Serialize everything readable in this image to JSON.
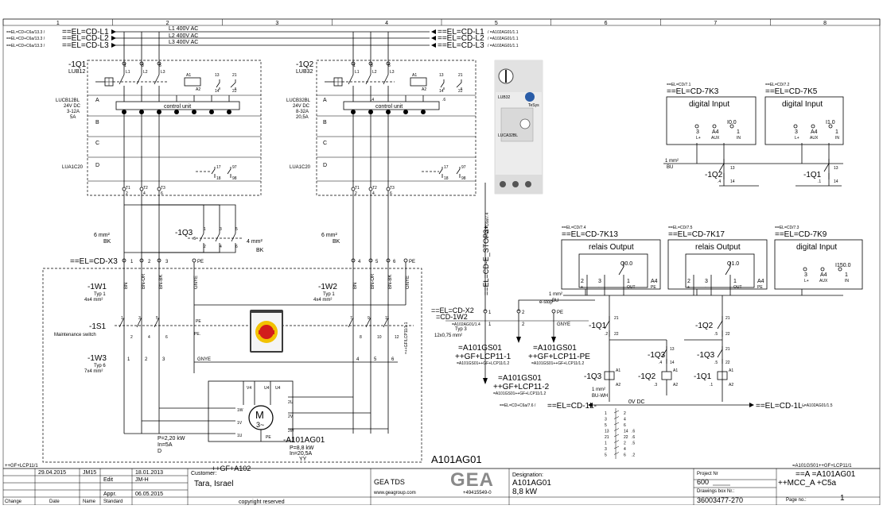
{
  "grid_columns": [
    "1",
    "2",
    "3",
    "4",
    "5",
    "6",
    "7",
    "8"
  ],
  "bus": {
    "left_refs": [
      "==EL=CD+C6a/13.3 /",
      "==EL=CD+C6a/13.3 /",
      "==EL=CD+C6a/13.3 /"
    ],
    "left_names": [
      "==EL=CD-L1",
      "==EL=CD-L2",
      "==EL=CD-L3"
    ],
    "phase_labels": [
      "L1 400V AC",
      "L2 400V AC",
      "L3 400V AC"
    ],
    "right_names": [
      "==EL=CD-L1",
      "==EL=CD-L2",
      "==EL=CD-L3"
    ],
    "right_refs": [
      "/ =A102AG01/1.1",
      "/ =A102AG01/1.1",
      "/ =A102AG01/1.1"
    ]
  },
  "starter1": {
    "tag": "-1Q1",
    "model": "LUB12",
    "base_lines": [
      "LUCB12BL",
      "24V DC",
      "3-12A",
      "5A"
    ],
    "control_unit": "control unit",
    "rows": [
      "A",
      "B",
      "C",
      "D"
    ],
    "aux": "LUA1C20",
    "top_terms": [
      "1",
      "L1",
      "3",
      "L2",
      "5",
      "L3"
    ],
    "bot_terms": [
      "T1",
      "2",
      "T2",
      "4",
      "T3",
      "6"
    ],
    "coil": [
      "A1",
      "A2"
    ],
    "contacts": [
      "13",
      "14",
      "21",
      "22"
    ],
    "aux_contacts": [
      "17",
      "18",
      "97",
      "98"
    ]
  },
  "starter2": {
    "tag": "-1Q2",
    "model": "LUB32",
    "base_lines": [
      "LUCB32BL",
      "24V DC",
      "8-32A",
      "20,5A"
    ],
    "control_unit": "control unit",
    "rows": [
      "A",
      "B",
      "C",
      "D"
    ],
    "aux": "LUA1C20",
    "top_terms": [
      "1",
      "L1",
      "3",
      "L2",
      "5",
      "L3"
    ],
    "bot_terms": [
      "T1",
      "2",
      "T2",
      "4",
      "T3",
      "6"
    ],
    "coil": [
      "A1",
      "A2"
    ],
    "contacts": [
      "13",
      "14",
      "21",
      "22"
    ],
    "aux_contacts": [
      "17",
      "18",
      "97",
      "98"
    ],
    "cu_terms": [
      ".4",
      ".6"
    ]
  },
  "starter_photo": {
    "lines": [
      "LUB32",
      "LUCA32BL",
      "TeSys"
    ]
  },
  "wiring": {
    "wire_left": [
      "6 mm²",
      "BK"
    ],
    "wire_right": [
      "6 mm²",
      "BK"
    ],
    "wire_q3": [
      "4 mm²",
      "BK"
    ],
    "q3": "-1Q3",
    "q3_terms": [
      ".5",
      "1",
      "2",
      "3",
      "4",
      "5",
      "6"
    ],
    "x3": "==EL=CD-X3",
    "x3_terms": [
      "1",
      "2",
      "3",
      "PE",
      "4",
      "5",
      "6",
      "PE"
    ],
    "w1": [
      "-1W1",
      "Typ 1",
      "4x4 mm²"
    ],
    "w2": [
      "-1W2",
      "Typ 1",
      "4x4 mm²"
    ],
    "cores_left": [
      "BN",
      "BN-OR",
      "BN-BK",
      "GNYE"
    ],
    "cores_right": [
      "BN",
      "BN-OR",
      "BN-BK",
      "GNYE"
    ],
    "s1": [
      "-1S1",
      "Maintenance switch"
    ],
    "s1_terms": [
      "1",
      "2",
      "3",
      "4",
      "5",
      "6",
      "PE",
      "PE.",
      "7",
      "8",
      "9",
      "10",
      "11",
      "12"
    ],
    "side_ref": "=++GF/LCP11/1.1",
    "w3": [
      "-1W3",
      "Typ 6",
      "7x4 mm²"
    ],
    "w3_cores": [
      "1",
      "2",
      "3",
      "GNYE",
      "4",
      "5",
      "6"
    ],
    "motor_terms": [
      "U4",
      "V4",
      "1W",
      "1V",
      "1U",
      "2U",
      "2V",
      "2W",
      "U4",
      "PE"
    ],
    "motor_symbol": [
      "M",
      "3~"
    ],
    "motor_left": [
      "P=2,20 kW",
      "In=5A",
      "D"
    ],
    "motor_right": [
      "-A101AG01",
      "P=8,8 kW",
      "In=20,5A",
      "YY"
    ],
    "plus_label": "++GF+A102",
    "ag_label": "A101AG01"
  },
  "estop": {
    "label": "==EL=CD-E_STOP3+",
    "ref": "/ =EL+C6a/7.4"
  },
  "x2": {
    "lines": [
      "==EL=CD-X2",
      "=CD-1W2"
    ],
    "ref": "=A102AG01/1.4",
    "typ": [
      "Typ 3",
      "12x0,75 mm²"
    ],
    "terms": [
      "1",
      "2",
      "PE"
    ],
    "estop_core": "e-stop",
    "core_gnye": "GNYE",
    "cores": [
      "1",
      "2"
    ]
  },
  "connectors": [
    {
      "name": "=A101GS01",
      "pin": "++GF+LCP11-1",
      "ref": "=A101GS01++GF+LCP11/1.2"
    },
    {
      "name": "=A101GS01",
      "pin": "++GF+LCP11-PE",
      "ref": "=A101GS01++GF+LCP11/1.2"
    },
    {
      "name": "=A101GS01",
      "pin": "++GF+LCP11-2",
      "ref": "=A101GS01++GF+LCP11/1.2"
    }
  ],
  "modules": [
    {
      "ref": "==EL=CD/7.1",
      "name": "==EL=CD-7K3",
      "title": "digital Input",
      "pins": [
        "3",
        "L+",
        "A4",
        "AUX",
        "I0.0",
        "1",
        "IN"
      ]
    },
    {
      "ref": "==EL=CD/7.2",
      "name": "==EL=CD-7K5",
      "title": "digital Input",
      "pins": [
        "3",
        "L+",
        "A4",
        "AUX",
        "I1.0",
        "1",
        "IN"
      ]
    },
    {
      "ref": "==EL=CD/7.4",
      "name": "==EL=CD-7K13",
      "title": "relais Output",
      "pins": [
        "2",
        "+",
        "3",
        "-",
        "Q0.0",
        "1",
        "OUT",
        "A4",
        "PE"
      ]
    },
    {
      "ref": "==EL=CD/7.5",
      "name": "==EL=CD-7K17",
      "title": "relais Output",
      "pins": [
        "2",
        "+",
        "3",
        "-",
        "Q1.0",
        "1",
        "OUT",
        "A4",
        "PE"
      ]
    },
    {
      "ref": "==EL=CD/7.3",
      "name": "==EL=CD-7K9",
      "title": "digital Input",
      "pins": [
        "3",
        "L+",
        "A4",
        "AUX",
        "I150.0",
        "1",
        "IN"
      ]
    }
  ],
  "upper_control": {
    "wire": [
      "1 mm²",
      "BU"
    ],
    "c1": {
      "tag": "-1Q2",
      "terms": [
        "13",
        ".4",
        "14"
      ]
    },
    "c2": {
      "tag": "-1Q1",
      "terms": [
        "13",
        ".1",
        "14"
      ]
    }
  },
  "lower_control": {
    "wire_top": [
      "1 mm²",
      "BU"
    ],
    "q1": {
      "tag": "-1Q1",
      "terms": [
        "21",
        ".2",
        "22"
      ]
    },
    "q2": {
      "tag": "-1Q2",
      "terms": [
        "21",
        ".5",
        "22"
      ]
    },
    "q3a": {
      "tag": "-1Q3",
      "terms": [
        "13",
        ".4",
        "14"
      ]
    },
    "q3b": {
      "tag": "-1Q3",
      "terms": [
        "21",
        ".5",
        "22"
      ]
    },
    "coils": [
      {
        "tag": "-1Q3",
        "terms": [
          "A1",
          "A2"
        ]
      },
      {
        "tag": "-1Q2",
        "terms": [
          "A1",
          "A2",
          ".3"
        ]
      },
      {
        "tag": "-1Q1",
        "terms": [
          "A1",
          "A2",
          ".1"
        ]
      }
    ],
    "wire_bot": [
      "1 mm²",
      "BU-WH"
    ],
    "ov": "0V DC",
    "l1l_left_ref": "==EL=CD+C6a/7.6 /",
    "l1l_left": "==EL=CD-1L-",
    "l1l_right": "==EL=CD-1L-",
    "l1l_right_ref": "/ =A102AG01/1.5",
    "cross_ref_rows": [
      [
        "1",
        "2"
      ],
      [
        "3",
        "4"
      ],
      [
        "5",
        "6"
      ],
      [
        "13",
        "14",
        ".6"
      ],
      [
        "21",
        "22",
        ".6"
      ],
      [
        "1",
        "2",
        ".5"
      ],
      [
        "3",
        "4"
      ],
      [
        "5",
        "6",
        ".2"
      ]
    ]
  },
  "footer": {
    "left_ref": "++GF+LCP11/1",
    "right_ref": "=A101GS01++GF+LCP11/1",
    "date1": "29.04.2015",
    "user1": "JM15",
    "date_col": "18.01.2013",
    "edit_label": "Edit",
    "edit_user": "JM-H",
    "appr_label": "Appr.",
    "appr_date": "06.05.2015",
    "labels": [
      "Change",
      "Date",
      "Name",
      "Standard"
    ],
    "customer_label": "Customer:",
    "customer": "Tara, Israel",
    "copyright": "copyright reserved",
    "company": "GEA TDS",
    "website": "www.geagroup.com",
    "phone": "+49415549-0",
    "logo": "GEA",
    "designation_label": "Designation:",
    "designation": "A101AG01",
    "power": "8,8 kW",
    "project_label": "Project Nr",
    "project": "600",
    "drawing_label": "Drawings box Nr.:",
    "drawing": "36003477-270",
    "loc1": "==A =A101AG01",
    "loc2": "++MCC_A +C5a",
    "page_label": "Page no.:",
    "page": "1"
  }
}
